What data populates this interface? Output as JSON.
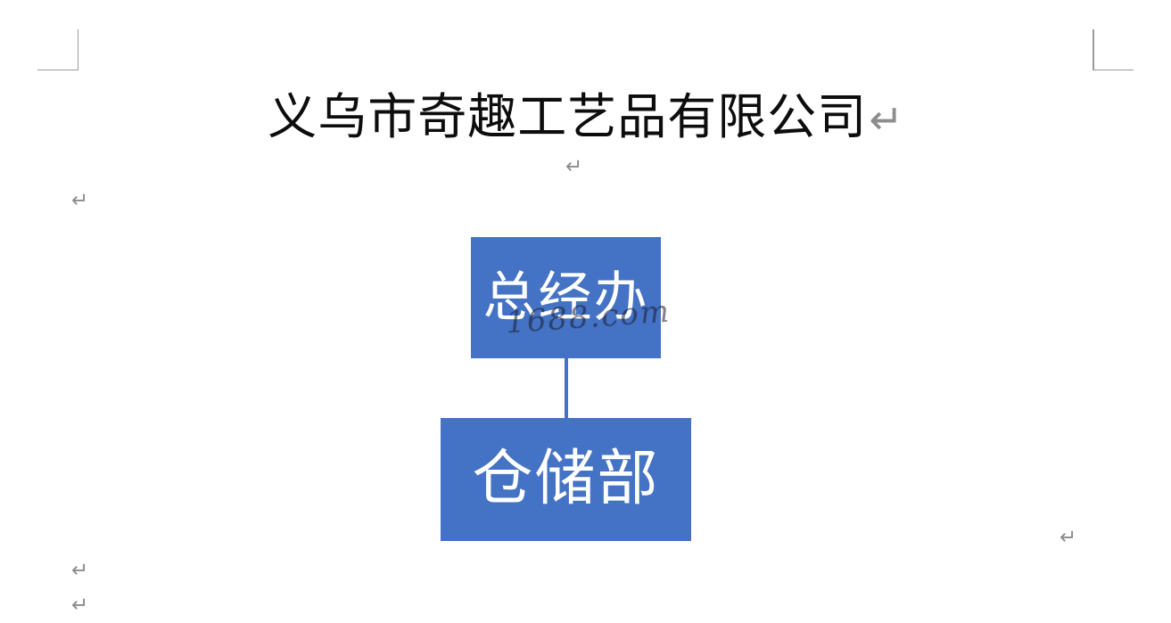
{
  "document": {
    "title": "义乌市奇趣工艺品有限公司",
    "title_paragraph_mark": "↵",
    "background_color": "#ffffff",
    "text_color": "#0d0d0d"
  },
  "marks": {
    "paragraph_mark": "↵",
    "mark_color": "#8c8c8c",
    "corner_mark_color": "#9a9a9a",
    "corners": [
      {
        "name": "top-left"
      },
      {
        "name": "top-right"
      }
    ],
    "paragraph_marks": [
      {
        "name": "title-return",
        "position": "after-title"
      },
      {
        "name": "center-return",
        "position": "below-title"
      },
      {
        "name": "left-return-1",
        "position": "left-margin-upper"
      },
      {
        "name": "right-return-1",
        "position": "right-margin-lower"
      },
      {
        "name": "left-return-2",
        "position": "left-margin-bottom-1"
      },
      {
        "name": "left-return-3",
        "position": "left-margin-bottom-2"
      }
    ]
  },
  "org_chart": {
    "accent_color": "#4472c4",
    "label_color": "#ffffff",
    "connector_color": "#4472c4",
    "nodes": [
      {
        "id": "general-office",
        "label": "总经办",
        "level": 0
      },
      {
        "id": "warehouse-dept",
        "label": "仓储部",
        "level": 1
      }
    ],
    "edges": [
      {
        "from": "general-office",
        "to": "warehouse-dept"
      }
    ]
  },
  "watermark": {
    "text": "1688.com"
  }
}
